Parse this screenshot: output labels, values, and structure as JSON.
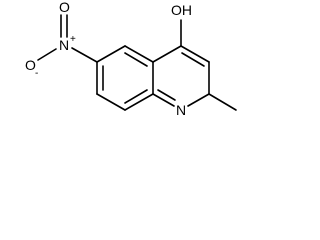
{
  "molecule": {
    "atom_labels": {
      "hydroxyl": "OH",
      "ring_nitrogen": "N",
      "nitro_nitrogen": "N",
      "nitro_oxygen_double": "O",
      "nitro_oxygen_single": "O"
    },
    "charges": {
      "nitro_nitrogen": "+",
      "nitro_oxygen_single": "-"
    }
  }
}
